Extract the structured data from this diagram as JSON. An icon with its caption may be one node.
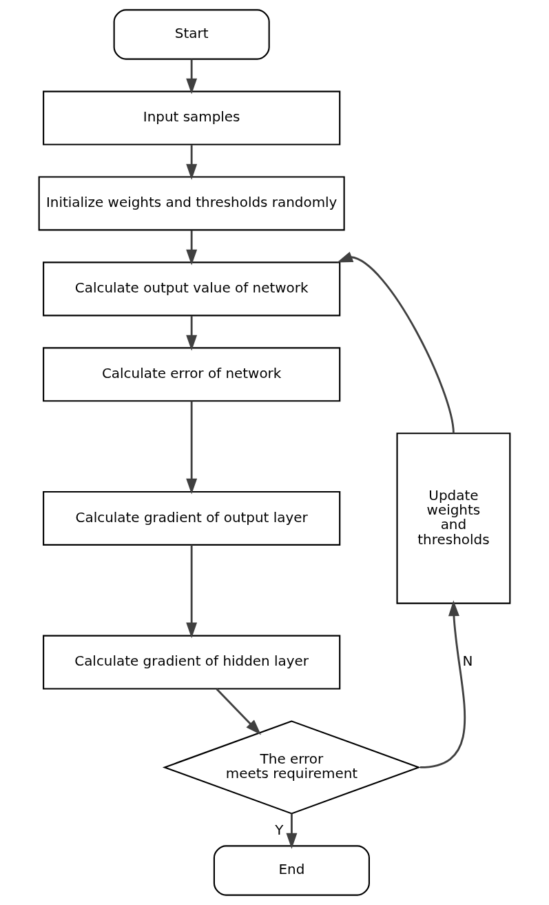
{
  "diagram": {
    "nodes": [
      {
        "text": [
          "Start"
        ]
      },
      {
        "text": [
          "Input samples"
        ]
      },
      {
        "text": [
          "Initialize weights and thresholds randomly"
        ]
      },
      {
        "text": [
          "Calculate output value of network"
        ]
      },
      {
        "text": [
          "Calculate error of network"
        ]
      },
      {
        "text": [
          "Calculate gradient of output layer"
        ]
      },
      {
        "text": [
          "Calculate gradient of hidden layer"
        ]
      },
      {
        "text": [
          "The error meets requirement"
        ]
      },
      {
        "text": [
          "Update weights and thresholds"
        ]
      },
      {
        "text": [
          "End"
        ]
      }
    ],
    "edges": [
      {
        "from": 0,
        "to": 1,
        "arrow": "to"
      },
      {
        "from": 1,
        "to": 2,
        "arrow": "to"
      },
      {
        "from": 2,
        "to": 3,
        "arrow": "to"
      },
      {
        "from": 3,
        "to": 4,
        "arrow": "to"
      },
      {
        "from": 4,
        "to": 5,
        "arrow": "to"
      },
      {
        "from": 5,
        "to": 6,
        "arrow": "to"
      },
      {
        "from": 6,
        "to": 7,
        "arrow": "to"
      },
      {
        "from": 7,
        "to": 9,
        "arrow": "to",
        "label": "Y"
      },
      {
        "from": 7,
        "to": 8,
        "arrow": "to",
        "label": "N"
      },
      {
        "from": 8,
        "to": 3,
        "arrow": "to"
      }
    ]
  }
}
